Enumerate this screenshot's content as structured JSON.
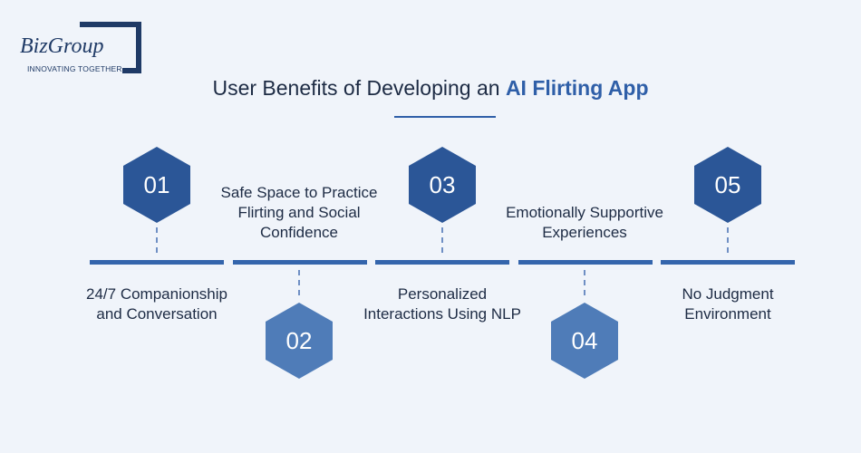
{
  "logo": {
    "wordmark": "BizGroup",
    "tagline": "INNOVATING TOGETHER"
  },
  "title": {
    "prefix": "User Benefits of Developing an ",
    "highlight": "AI Flirting App"
  },
  "colors": {
    "primary": "#2f5fa8",
    "dark": "#1f3a66",
    "hex_dark": "#2b5697",
    "hex_light": "#4f7cb8"
  },
  "steps": [
    {
      "number": "01",
      "label_line1": "24/7 Companionship",
      "label_line2": "and Conversation",
      "label_line3": ""
    },
    {
      "number": "02",
      "label_line1": "Safe Space to Practice",
      "label_line2": "Flirting and Social",
      "label_line3": "Confidence"
    },
    {
      "number": "03",
      "label_line1": "Personalized",
      "label_line2": "Interactions Using NLP",
      "label_line3": ""
    },
    {
      "number": "04",
      "label_line1": "Emotionally Supportive",
      "label_line2": "Experiences",
      "label_line3": ""
    },
    {
      "number": "05",
      "label_line1": "No Judgment",
      "label_line2": "Environment",
      "label_line3": ""
    }
  ]
}
